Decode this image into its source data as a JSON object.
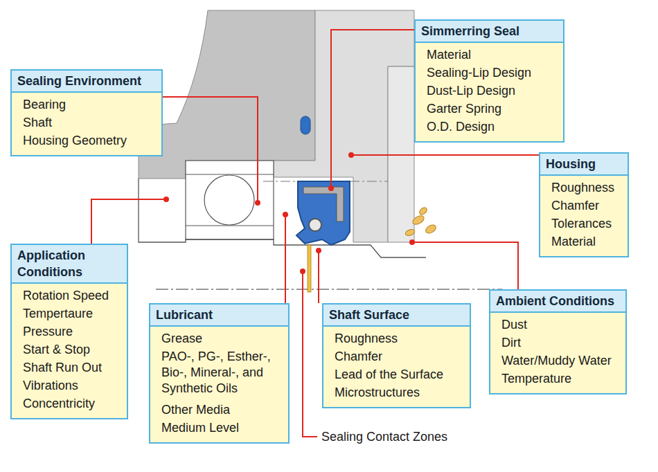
{
  "diagram": {
    "nodes": [
      {
        "text": [
          "Simmerring Seal",
          "Material",
          "Sealing-Lip Design",
          "Dust-Lip Design",
          "Garter Spring",
          "O.D. Design"
        ]
      },
      {
        "text": [
          "Sealing Environment",
          "Bearing",
          "Shaft",
          "Housing Geometry"
        ]
      },
      {
        "text": [
          "Housing",
          "Roughness",
          "Chamfer",
          "Tolerances",
          "Material"
        ]
      },
      {
        "text": [
          "Application Conditions",
          "Rotation Speed",
          "Tempertaure",
          "Pressure",
          "Start & Stop",
          "Shaft Run Out",
          "Vibrations",
          "Concentricity"
        ]
      },
      {
        "text": [
          "Ambient Conditions",
          "Dust",
          "Dirt",
          "Water/Muddy Water",
          "Temperature"
        ]
      },
      {
        "text": [
          "Lubricant",
          "Grease",
          "PAO-, PG-, Esther-, Bio-, Mineral-, and Synthetic Oils",
          "Other Media",
          "Medium Level"
        ]
      },
      {
        "text": [
          "Shaft Surface",
          "Roughness",
          "Chamfer",
          "Lead of the Surface",
          "Microstructures"
        ]
      }
    ],
    "labels": [
      "Sealing Contact Zones"
    ]
  }
}
